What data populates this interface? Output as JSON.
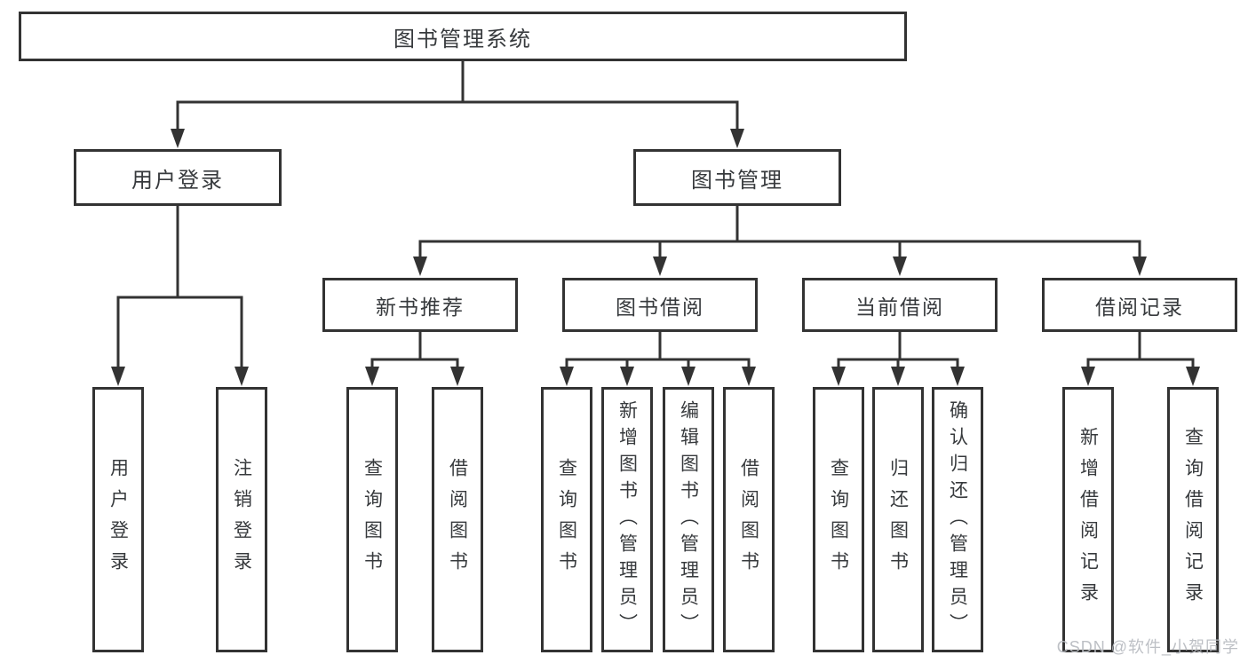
{
  "diagram": {
    "root": {
      "label": "图书管理系统",
      "children": [
        {
          "label": "用户登录",
          "children": [
            {
              "label": "用户登录"
            },
            {
              "label": "注销登录"
            }
          ]
        },
        {
          "label": "图书管理",
          "children": [
            {
              "label": "新书推荐",
              "children": [
                {
                  "label": "查询图书"
                },
                {
                  "label": "借阅图书"
                }
              ]
            },
            {
              "label": "图书借阅",
              "children": [
                {
                  "label": "查询图书"
                },
                {
                  "label": "新增图书（管理员）"
                },
                {
                  "label": "编辑图书（管理员）"
                },
                {
                  "label": "借阅图书"
                }
              ]
            },
            {
              "label": "当前借阅",
              "children": [
                {
                  "label": "查询图书"
                },
                {
                  "label": "归还图书"
                },
                {
                  "label": "确认归还（管理员）"
                }
              ]
            },
            {
              "label": "借阅记录",
              "children": [
                {
                  "label": "新增借阅记录"
                },
                {
                  "label": "查询借阅记录"
                }
              ]
            }
          ]
        }
      ]
    }
  },
  "watermark": "CSDN @软件_小贺同学",
  "colors": {
    "line": "#333333",
    "text": "#373a3d",
    "background": "#ffffff",
    "watermark": "#b9bdc2"
  }
}
